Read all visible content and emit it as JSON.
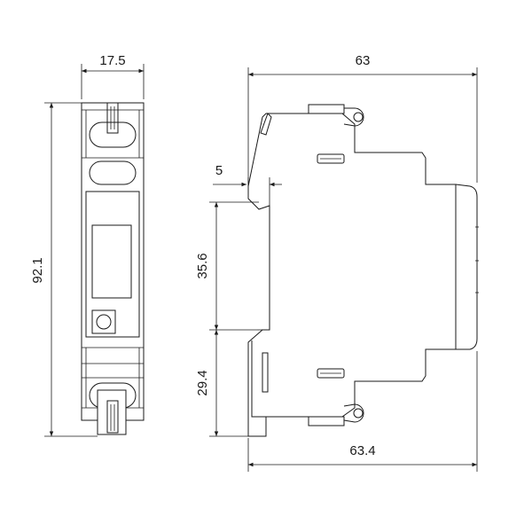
{
  "dimensions": {
    "front_width": "17.5",
    "front_height": "92.1",
    "side_depth_top": "63",
    "clip_offset": "5",
    "rail_upper": "35.6",
    "rail_lower": "29.4",
    "side_depth_bottom": "63.4"
  },
  "colors": {
    "line": "#1a1a1a",
    "background": "#ffffff"
  }
}
